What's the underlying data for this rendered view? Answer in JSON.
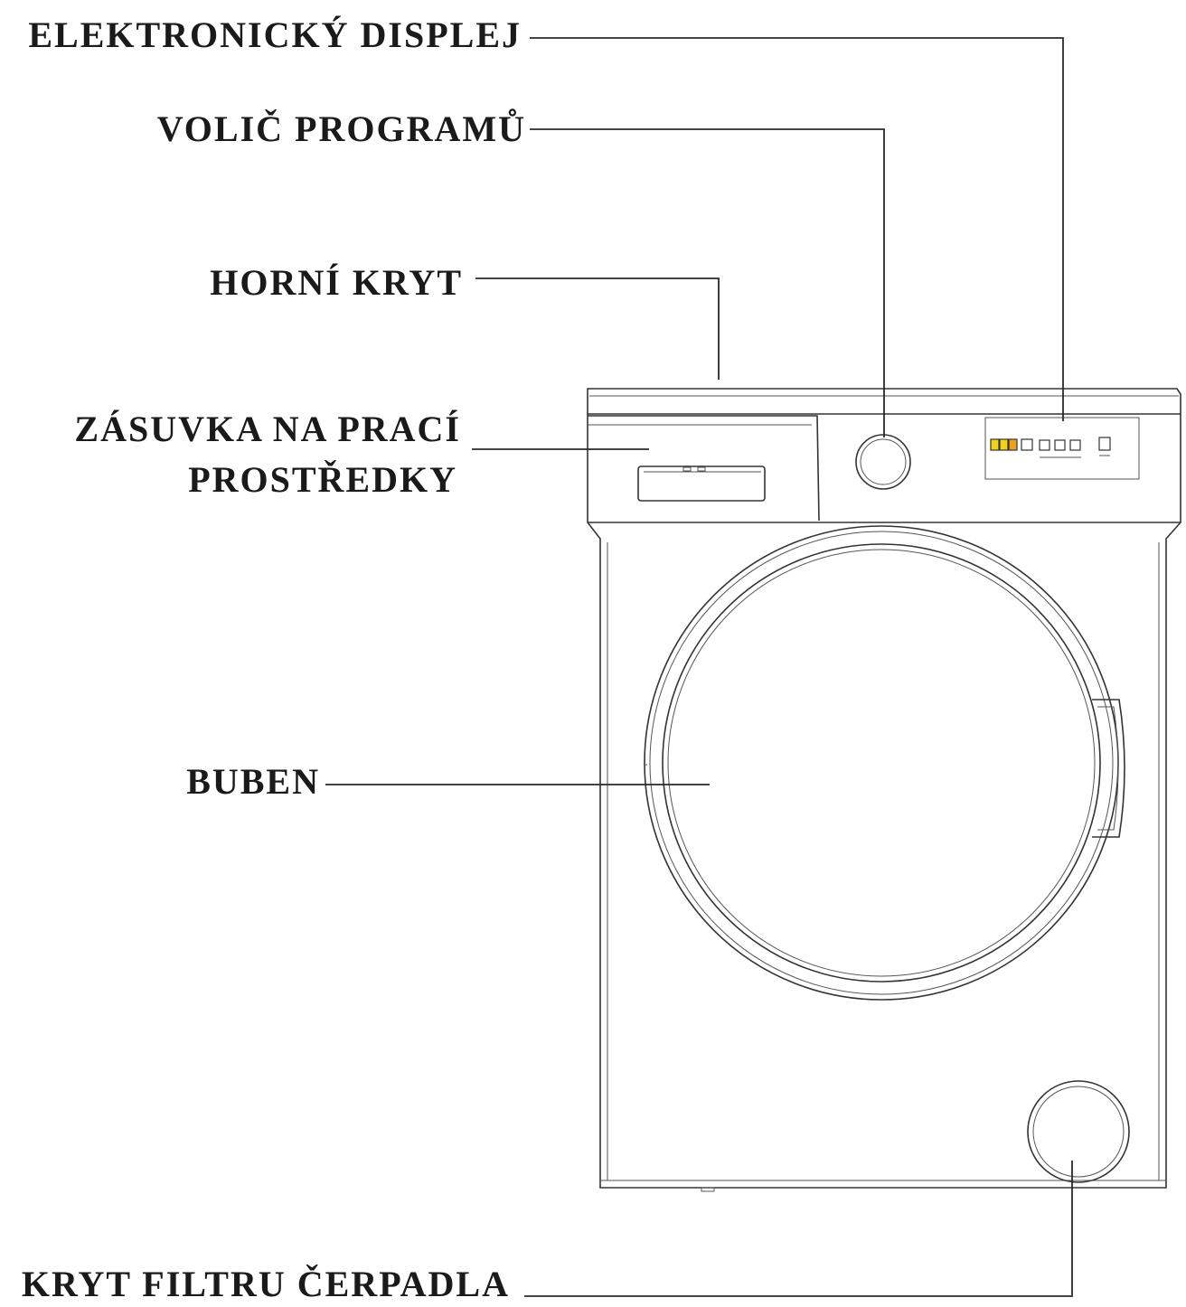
{
  "labels": {
    "display": "ELEKTRONICKÝ DISPLEJ",
    "program_selector": "VOLIČ PROGRAMŮ",
    "top_cover": "HORNÍ KRYT",
    "drawer_line1": "ZÁSUVKA NA PRACÍ",
    "drawer_line2": "PROSTŘEDKY",
    "drum": "BUBEN",
    "pump_filter_cover": "KRYT FILTRU ČERPADLA"
  },
  "colors": {
    "line": "#2a2a2a",
    "text": "#1a1a1a",
    "led_yellow": "#f2d21b",
    "led_orange": "#f0a020",
    "background": "#ffffff"
  }
}
